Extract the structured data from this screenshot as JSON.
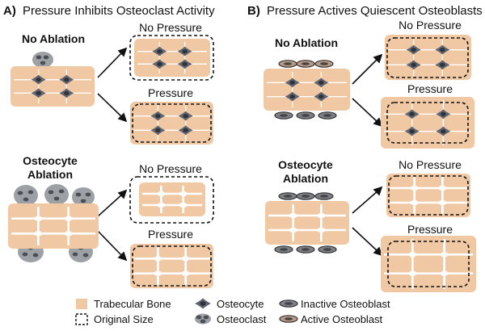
{
  "colors": {
    "bone": "#F0C9A4",
    "bone_dark": "#E7B88F",
    "osteocyte": "#5E6470",
    "osteocyte_nucleus": "#2F333A",
    "osteoclast": "#9DA1A6",
    "osteoclast_nucleus": "#4A4E55",
    "inactive_osteoblast": "#7C7F86",
    "active_osteoblast": "#B99A86"
  },
  "panel_a": {
    "letter": "A)",
    "title": "Pressure Inhibits Osteoclast Activity",
    "no_ablation_label": "No Ablation",
    "ablation_label_1": "Osteocyte",
    "ablation_label_2": "Ablation",
    "no_pressure_label": "No Pressure",
    "pressure_label": "Pressure"
  },
  "panel_b": {
    "letter": "B)",
    "title": "Pressure Actives Quiescent Osteoblasts",
    "no_ablation_label": "No Ablation",
    "ablation_label_1": "Osteocyte",
    "ablation_label_2": "Ablation",
    "no_pressure_label": "No Pressure",
    "pressure_label": "Pressure"
  },
  "legend": {
    "trabecular_bone": "Trabecular Bone",
    "original_size": "Original Size",
    "osteocyte": "Osteocyte",
    "osteoclast": "Osteoclast",
    "inactive_osteoblast": "Inactive Osteoblast",
    "active_osteoblast": "Active Osteoblast"
  }
}
